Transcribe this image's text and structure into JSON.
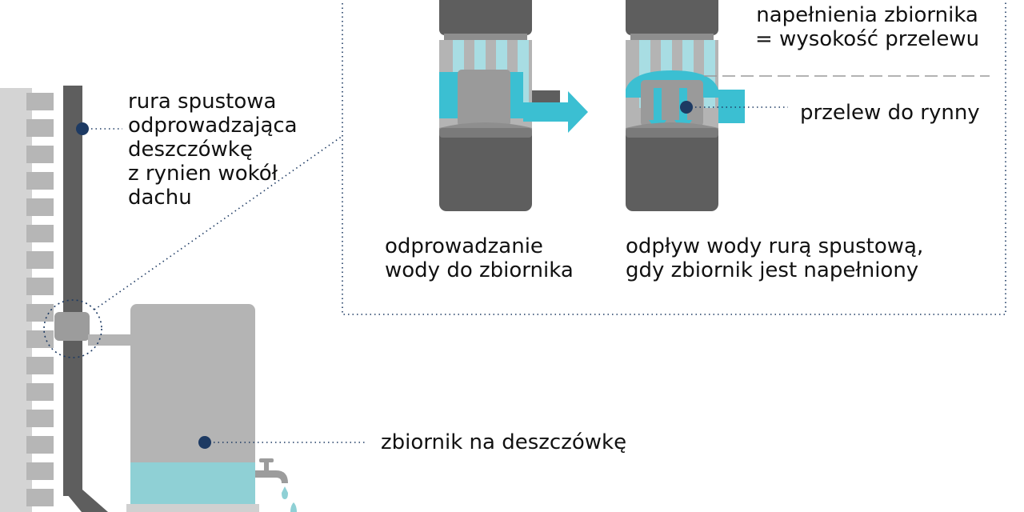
{
  "labels": {
    "downpipe": [
      "rura spustowa",
      "odprowadzająca",
      "deszczówkę",
      "z rynien wokół",
      "dachu"
    ],
    "fill_level": [
      "napełnienia zbiornika",
      "= wysokość przelewu"
    ],
    "overflow": "przelew do rynny",
    "to_tank": [
      "odprowadzanie",
      "wody do zbiornika"
    ],
    "when_full": [
      "odpływ wody rurą spustową,",
      "gdy zbiornik jest napełniony"
    ],
    "tank": "zbiornik na deszczówkę"
  },
  "colors": {
    "pipe_dark": "#5e5e5e",
    "pipe_mid": "#9c9c9c",
    "wall_light": "#d4d4d4",
    "wall_brick": "#b6b6b6",
    "tank_gray": "#b4b4b4",
    "water_tank": "#8fd0d5",
    "water_flow": "#3bbfd2",
    "water_light": "#a8dde3",
    "marker": "#1d3a63"
  }
}
